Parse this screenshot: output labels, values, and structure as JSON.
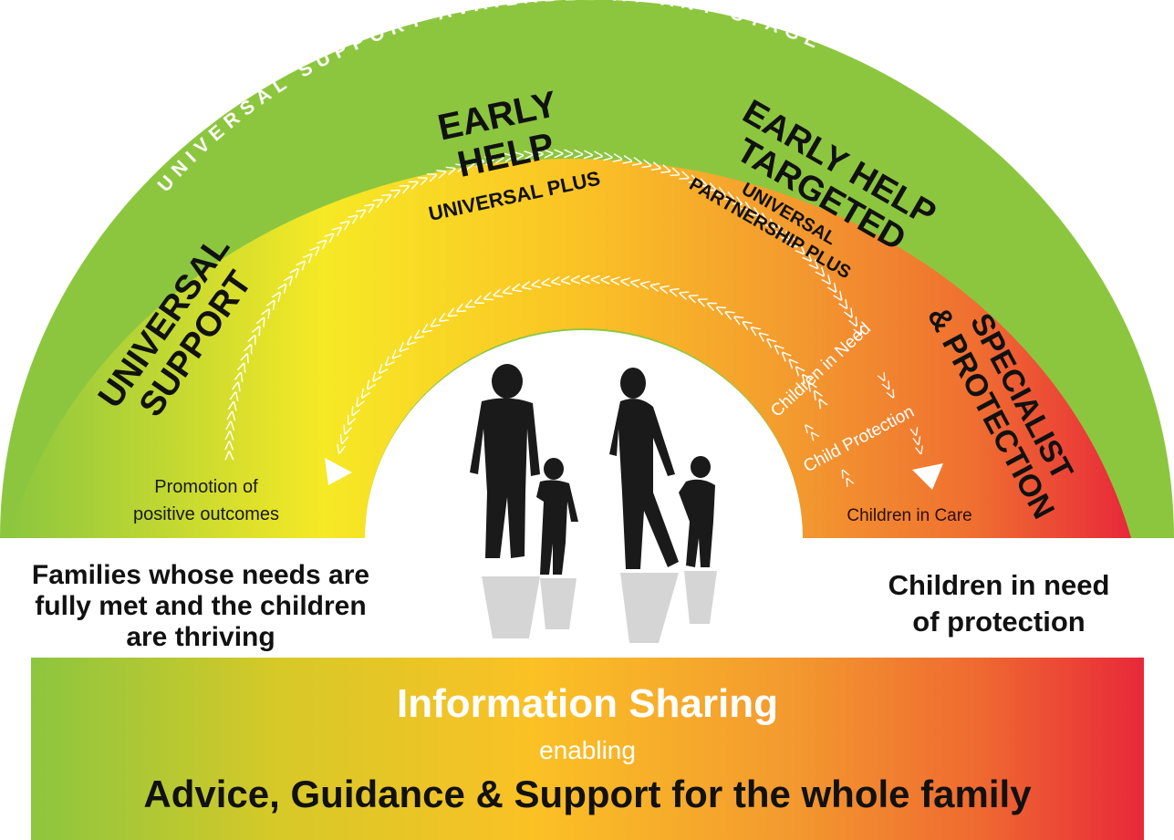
{
  "arc": {
    "outer_label": "UNIVERSAL SUPPORT AVAILABLE AT ANY STAGE",
    "stages": {
      "universal_support": [
        "UNIVERSAL",
        "SUPPORT"
      ],
      "early_help": [
        "EARLY",
        "HELP"
      ],
      "early_help_sub": "UNIVERSAL PLUS",
      "targeted": [
        "EARLY HELP",
        "TARGETED"
      ],
      "targeted_sub": [
        "UNIVERSAL",
        "PARTNERSHIP PLUS"
      ],
      "specialist": [
        "SPECIALIST",
        "& PROTECTION"
      ]
    },
    "inner_labels": {
      "promotion": [
        "Promotion of",
        "positive outcomes"
      ],
      "children_in_need": "Children in Need",
      "child_protection": "Child Protection",
      "children_in_care": "Children in Care"
    }
  },
  "captions": {
    "left": [
      "Families whose needs are",
      "fully met and the children",
      "are thriving"
    ],
    "right": [
      "Children in need",
      "of protection"
    ]
  },
  "banner": {
    "title": "Information Sharing",
    "middle": "enabling",
    "bottom": "Advice, Guidance & Support for the whole family"
  },
  "colors": {
    "green": "#8cc63f",
    "yellow": "#fbe726",
    "orange": "#f39a2f",
    "red": "#e8283a"
  }
}
